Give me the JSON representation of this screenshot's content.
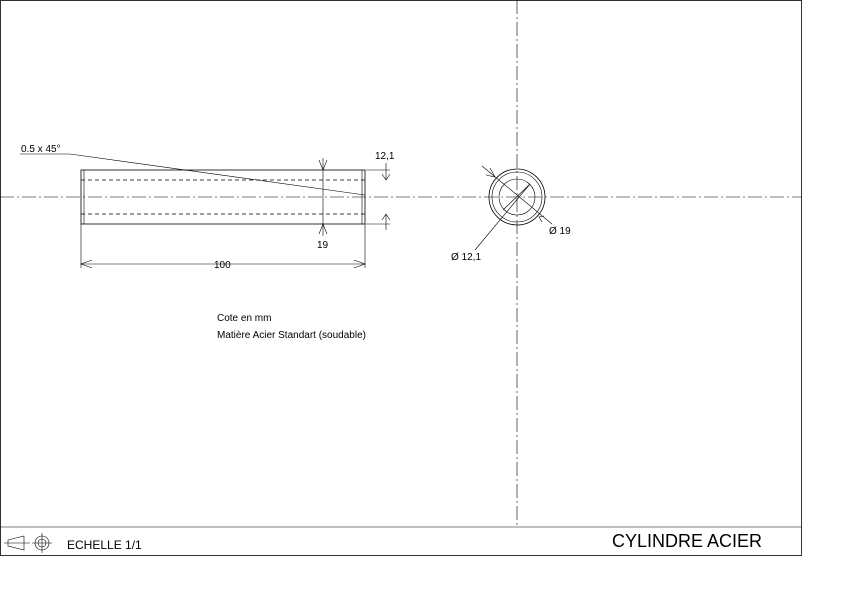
{
  "drawing": {
    "title": "CYLINDRE ACIER",
    "scale_label": "ECHELLE 1/1",
    "chamfer_label": "0.5 x 45°",
    "length_dim": "100",
    "inner_dim": "12,1",
    "outer_dim": "19",
    "outer_diameter_label": "Ø 19",
    "inner_diameter_label": "Ø 12,1",
    "notes": [
      "Cote  en mm",
      "Matière Acier Standart (soudable)"
    ],
    "projection_icon": "first-angle-projection-icon"
  }
}
